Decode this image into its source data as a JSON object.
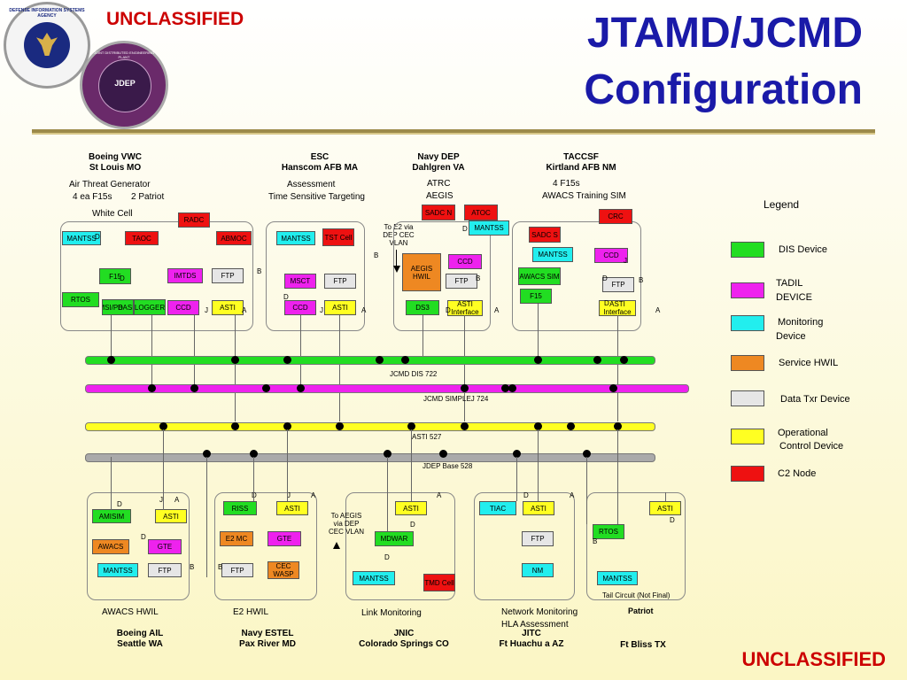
{
  "header": {
    "classification_top": "UNCLASSIFIED",
    "title_line1": "JTAMD/JCMD",
    "title_line2": "Configuration",
    "classification_bottom": "UNCLASSIFIED",
    "logo1_text": "DEFENSE INFORMATION SYSTEMS AGENCY",
    "logo2_text": "JDEP",
    "logo2_ring_text": "JOINT DISTRIBUTED ENGINEERING PLANT"
  },
  "colors": {
    "title": "#1a1aa8",
    "classification": "#cc0000",
    "dis": "#22dd22",
    "tadil": "#ee22ee",
    "monitor": "#22eeee",
    "service": "#ee8822",
    "datatxr": "#e6e6e6",
    "operational": "#ffff22",
    "c2": "#ee1111"
  },
  "top_sites": {
    "boeing_vwc": {
      "name": "Boeing VWC",
      "loc": "St Louis MO",
      "desc1": "Air Threat Generator",
      "desc2a": "4 ea F15s",
      "desc2b": "2 Patriot",
      "desc3": "White Cell"
    },
    "esc": {
      "name": "ESC",
      "loc": "Hanscom AFB MA",
      "desc1": "Assessment",
      "desc2": "Time Sensitive Targeting"
    },
    "navy_dep": {
      "name": "Navy DEP",
      "loc": "Dahlgren VA",
      "desc1": "ATRC",
      "desc2": "AEGIS",
      "note": "To E2 via DEP CEC VLAN"
    },
    "taccsf": {
      "name": "TACCSF",
      "loc": "Kirtland AFB  NM",
      "desc1": "4 F15s",
      "desc2": "AWACS Training SIM"
    }
  },
  "top_boxes": {
    "radc": "RADC",
    "mantss1": "MANTSS",
    "taoc": "TAOC",
    "abmoc": "ABMOC",
    "f15": "F15",
    "imtds": "IMTDS",
    "ftp1": "FTP",
    "rtos1": "RTOS",
    "msi_pbase": "MSI/PBASE",
    "logger": "LOGGER",
    "cc_d1": "CCD",
    "asti1": "ASTI",
    "mantss2": "MANTSS",
    "tst_cell": "TST Cell",
    "msct": "MSCT",
    "ftp2": "FTP",
    "ccd2": "CCD",
    "asti2": "ASTI",
    "sadc_n": "SADC N",
    "atoc": "ATOC",
    "mantss3": "MANTSS",
    "ccd3": "CCD",
    "aegis_hwil": "AEGIS HWIL",
    "ftp3": "FTP",
    "ds3": "DS3",
    "asti_interface1": "ASTI Interface",
    "crc": "CRC",
    "sadc_s": "SADC S",
    "mantss4": "MANTSS",
    "ccd4": "CCD",
    "awacs_sim": "AWACS SIM",
    "ftp4": "FTP",
    "f15b": "F15",
    "asti_interface2": "ASTI Interface"
  },
  "buses": {
    "dis": "JCMD DIS 722",
    "simplej": "JCMD SIMPLEJ 724",
    "asti": "ASTI 527",
    "jdep": "JDEP Base 528"
  },
  "bottom_boxes": {
    "amisim": "AMISIM",
    "asti_a": "ASTI",
    "awacs": "AWACS",
    "gte_a": "GTE",
    "mantss_a": "MANTSS",
    "ftp_a": "FTP",
    "riss": "RISS",
    "asti_b": "ASTI",
    "e2mc": "E2 MC",
    "gte_b": "GTE",
    "ftp_b": "FTP",
    "cec_wasp": "CEC WASP",
    "asti_c": "ASTI",
    "mdwar": "MDWAR",
    "mantss_c": "MANTSS",
    "tmd_cell": "TMD Cell",
    "tiac": "TIAC",
    "asti_d": "ASTI",
    "ftp_d": "FTP",
    "nm": "NM",
    "asti_e": "ASTI",
    "rtos_e": "RTOS",
    "mantss_e": "MANTSS"
  },
  "bottom_sites": {
    "awacs_hwil": "AWACS HWIL",
    "e2_hwil": "E2 HWIL",
    "link_monitoring": "Link Monitoring",
    "net_mon1": "Network Monitoring",
    "net_mon2": "HLA Assessment",
    "patriot": "Patriot",
    "tail_circuit": "Tail Circuit  (Not Final)",
    "to_aegis": "To AEGIS via DEP CEC VLAN",
    "boeing_ail": "Boeing AIL",
    "seattle": "Seattle  WA",
    "navy_estel": "Navy ESTEL",
    "pax_river": "Pax River MD",
    "jnic": "JNIC",
    "colorado": "Colorado Springs CO",
    "jitc": "JITC",
    "huachuca": "Ft Huachu  a  AZ",
    "ft_bliss": "Ft Bliss TX"
  },
  "legend": {
    "title": "Legend",
    "dis": "DIS Device",
    "tadil1": "TADIL",
    "tadil2": "DEVICE",
    "monitor1": "Monitoring",
    "monitor2": "Device",
    "service": "Service HWIL",
    "datatxr": "Data Txr Device",
    "op1": "Operational",
    "op2": "Control Device",
    "c2": "C2 Node"
  },
  "port_labels": {
    "a": "A",
    "b": "B",
    "d": "D",
    "j": "J"
  }
}
